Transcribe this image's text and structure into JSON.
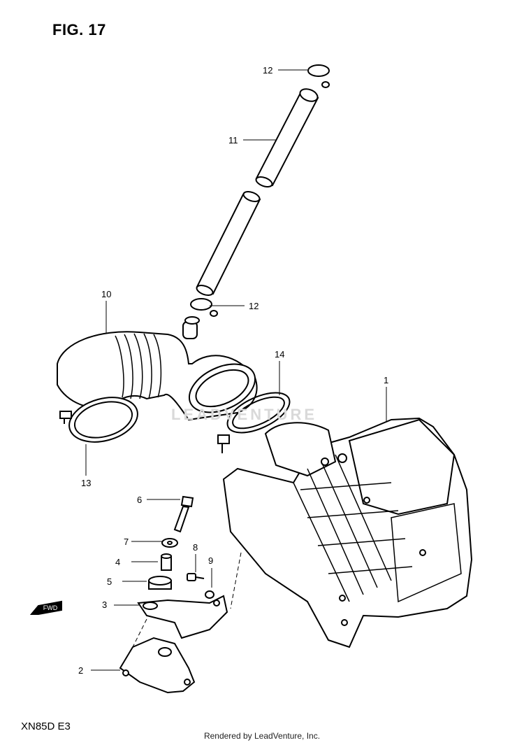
{
  "title": "FIG. 17",
  "model_code": "XN85D  E3",
  "footer": "Rendered by LeadVenture, Inc.",
  "watermark": "LEADVENTURE",
  "fwd_label": "FWD",
  "callouts": [
    "1",
    "2",
    "3",
    "4",
    "5",
    "6",
    "7",
    "8",
    "9",
    "10",
    "11",
    "12",
    "12",
    "13",
    "14"
  ]
}
